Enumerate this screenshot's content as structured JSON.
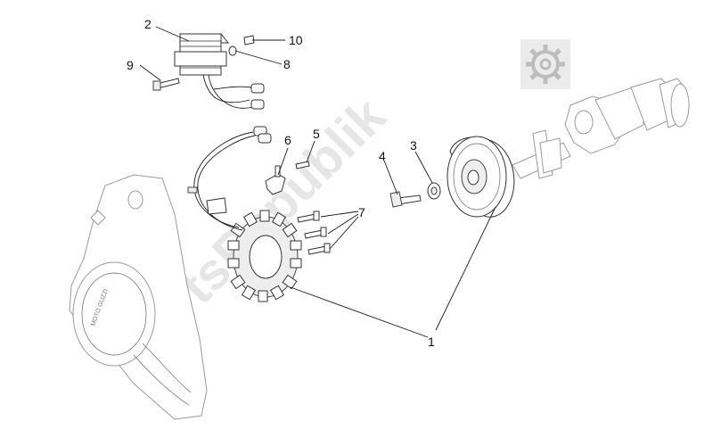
{
  "diagram": {
    "watermark": "PartsRepublik",
    "cover_brand": "MOTO GUZZI",
    "callouts": [
      {
        "id": "c1",
        "text": "1"
      },
      {
        "id": "c2",
        "text": "2"
      },
      {
        "id": "c3",
        "text": "3"
      },
      {
        "id": "c4",
        "text": "4"
      },
      {
        "id": "c5",
        "text": "5"
      },
      {
        "id": "c6",
        "text": "6"
      },
      {
        "id": "c7",
        "text": "7"
      },
      {
        "id": "c8",
        "text": "8"
      },
      {
        "id": "c9",
        "text": "9"
      },
      {
        "id": "c10",
        "text": "10"
      }
    ]
  }
}
